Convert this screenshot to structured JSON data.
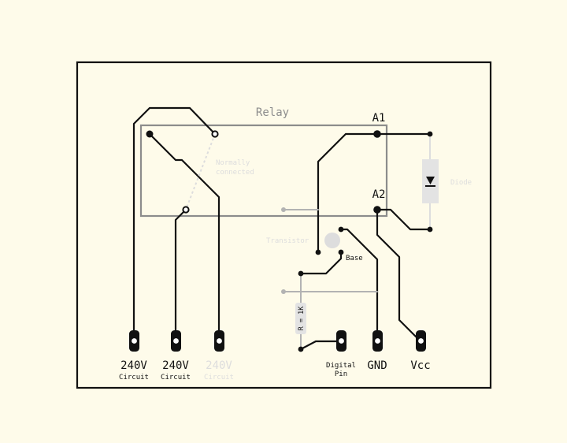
{
  "relay": {
    "label": "Relay",
    "normally_connected": [
      "Normally",
      "connected"
    ]
  },
  "coil": {
    "a1": "A1",
    "a2": "A2"
  },
  "diode": {
    "label": "Diode"
  },
  "transistor": {
    "label": "Transistor",
    "base": "Base"
  },
  "resistor": {
    "label": "R = 1K"
  },
  "terminals": [
    {
      "main": "240V",
      "sub": "Circuit"
    },
    {
      "main": "240V",
      "sub": "Circuit"
    },
    {
      "main": "240V",
      "sub": "Circuit"
    },
    {
      "main": "",
      "sub": "Digital"
    },
    {
      "main": "GND",
      "sub": ""
    },
    {
      "main": "Vcc",
      "sub": ""
    }
  ],
  "digital_pin_second_line": "Pin",
  "colors": {
    "background": "#fefbea",
    "frame": "#111111",
    "relay_box": "#8c8c8c",
    "faded_text": "#dddddd",
    "component_fill": "#e3e3e3"
  }
}
